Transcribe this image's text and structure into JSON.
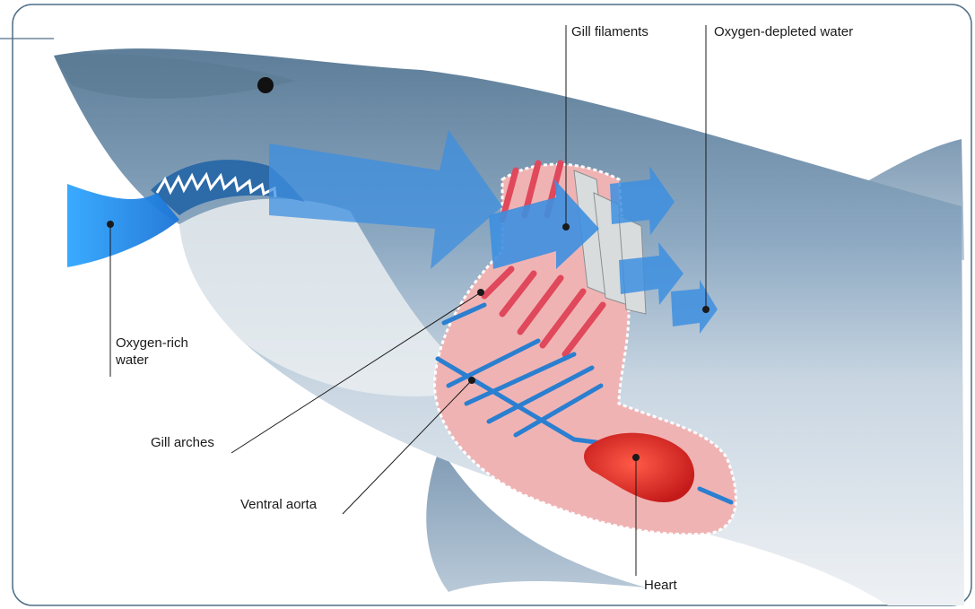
{
  "colors": {
    "frame": "#4f6e86",
    "shark_back": "#8aa8c2",
    "shark_belly": "#e4e8ec",
    "water": "#1f8ee6",
    "flesh": "#f0b3b3",
    "gill_red": "#e0485c",
    "vessel_blue": "#2a7fd0",
    "heart": "#e0322a"
  },
  "labels": {
    "gill_filaments": "Gill filaments",
    "oxygen_depleted": "Oxygen-depleted water",
    "oxygen_rich": "Oxygen-rich water",
    "gill_arches": "Gill arches",
    "ventral_aorta": "Ventral aorta",
    "heart": "Heart"
  }
}
